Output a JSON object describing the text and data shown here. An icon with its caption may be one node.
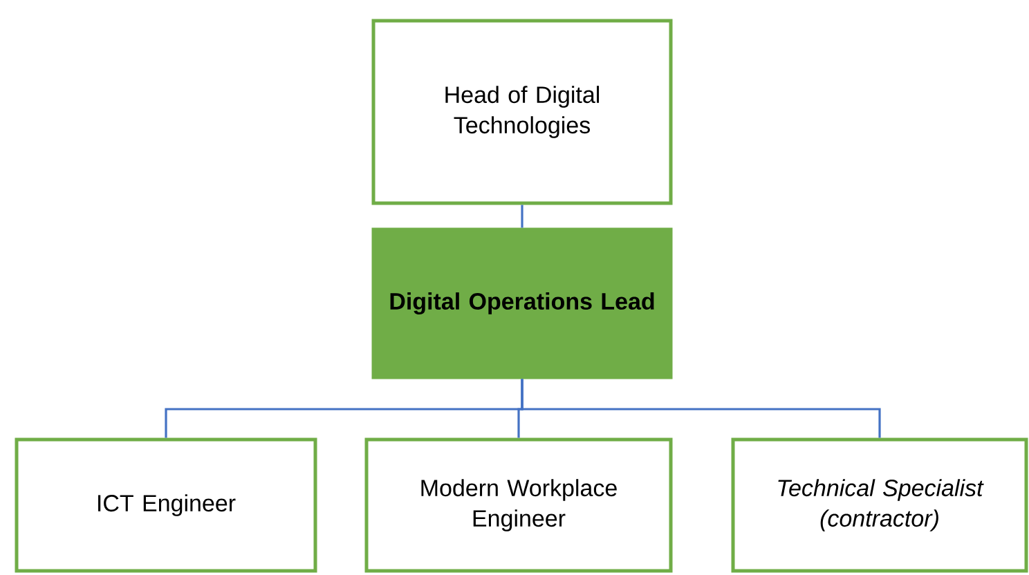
{
  "diagram": {
    "nodes": [
      {
        "text": [
          "Head of Digital Technologies"
        ]
      },
      {
        "text": [
          "Digital Operations Lead"
        ]
      },
      {
        "text": [
          "ICT Engineer"
        ]
      },
      {
        "text": [
          "Modern Workplace Engineer"
        ]
      },
      {
        "text": [
          "Technical Specialist (contractor)"
        ]
      }
    ],
    "edges": [
      {
        "from": 0,
        "to": 1,
        "arrow": "none"
      },
      {
        "from": 1,
        "to": 2,
        "arrow": "none"
      },
      {
        "from": 1,
        "to": 3,
        "arrow": "none"
      },
      {
        "from": 1,
        "to": 4,
        "arrow": "none"
      }
    ]
  }
}
